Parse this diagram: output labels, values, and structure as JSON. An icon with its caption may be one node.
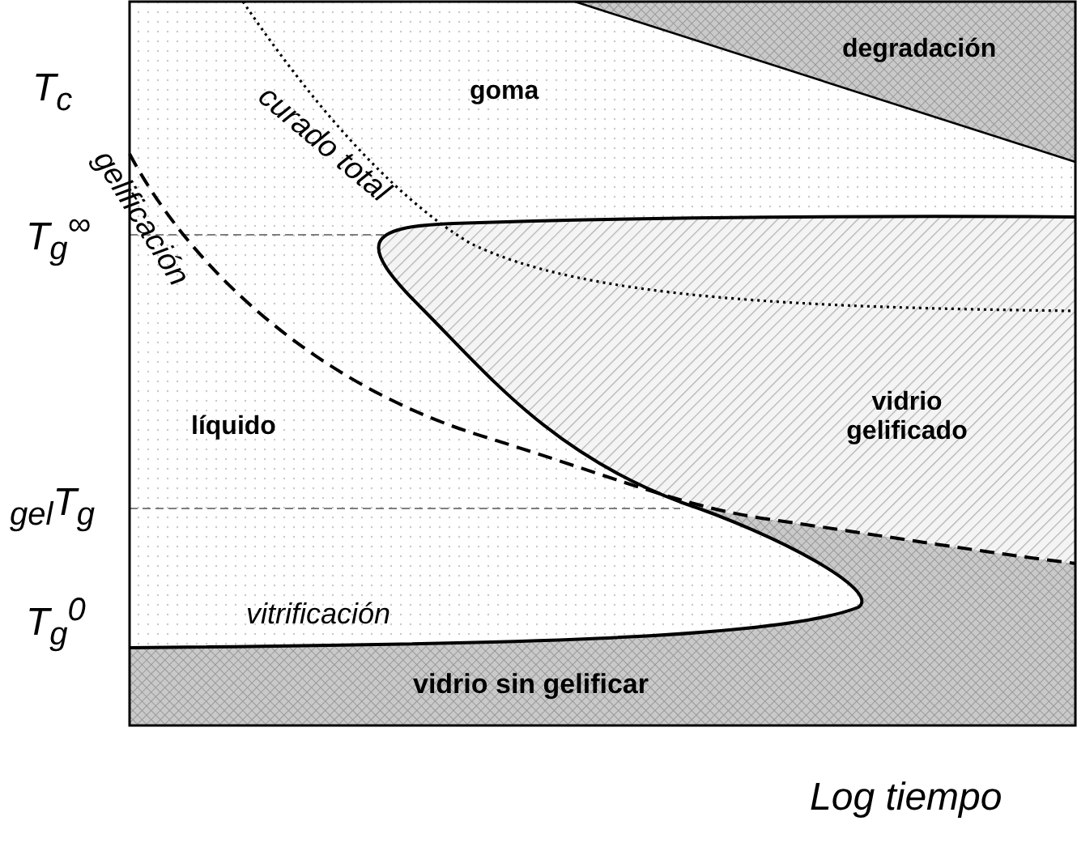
{
  "diagram": {
    "labels": [
      "T$_{c}$",
      "degradación",
      "curado total",
      "goma",
      "gelificación",
      "T$_{g}$$^{∞}$",
      "líquido",
      "vidrio gelificado",
      "$_{gel}$T$_{g}$",
      "vitrificación",
      "T$_{g}$$^{0}$",
      "vidrio sin gelificar",
      "Log tiempo"
    ]
  }
}
